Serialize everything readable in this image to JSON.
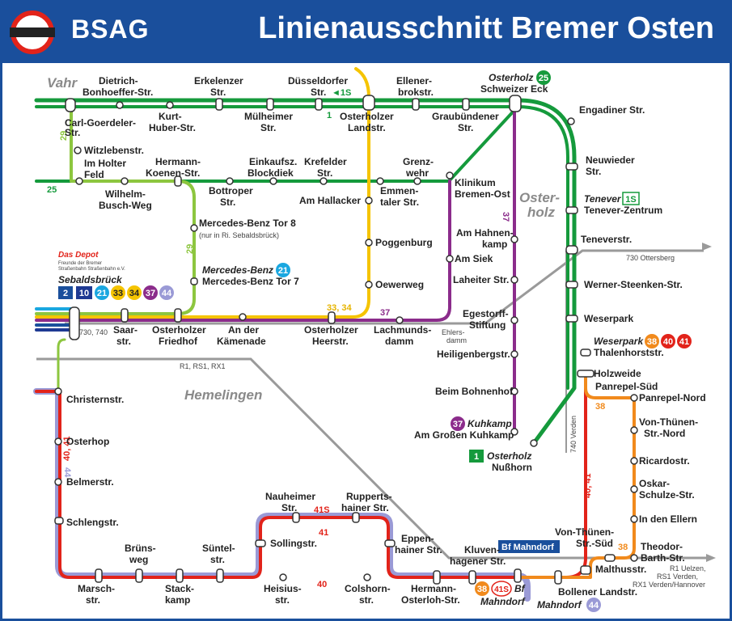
{
  "header": {
    "brand": "BSAG",
    "title": "Linienausschnitt Bremer Osten"
  },
  "colors": {
    "frame": "#1a4f9c",
    "line_1": "#159a3c",
    "line_25": "#159a3c",
    "line_29": "#8dc63f",
    "line_2": "#1a4f9c",
    "line_10": "#1f3a93",
    "line_21": "#1aa7e0",
    "line_33_34": "#f5c400",
    "line_37": "#8b2c8b",
    "line_38": "#f18a1c",
    "line_40_41": "#e2231a",
    "line_44": "#9a9ad6",
    "rail": "#9a9a9a"
  },
  "areas": {
    "vahr": "Vahr",
    "osterholz_1": "Oster-",
    "osterholz_2": "holz",
    "hemelingen": "Hemelingen"
  },
  "depot": {
    "name": "Das Depot",
    "sub_1": "Freunde der Bremer",
    "sub_2": "Straßenbahn Straßenbahn e.V."
  },
  "sebaldsbrueck": {
    "name": "Sebaldsbrück",
    "lines": [
      "2",
      "10",
      "21",
      "33",
      "34",
      "37",
      "44"
    ]
  },
  "terminals": {
    "osterholz_schweizer_eck": {
      "name_1": "Osterholz",
      "name_2": "Schweizer Eck",
      "line": "25"
    },
    "tenever": {
      "name_1": "Tenever",
      "name_2": "Tenever-Zentrum",
      "line": "1S"
    },
    "mercedes": {
      "name_1": "Mercedes-Benz",
      "name_2": "Mercedes-Benz Tor 7",
      "line": "21"
    },
    "weserpark": {
      "name_1": "Weserpark",
      "name_2": "Thalenhorststr.",
      "lines": [
        "38",
        "40",
        "41"
      ]
    },
    "kuhkamp": {
      "name_1": "Kuhkamp",
      "name_2": "Am Großen Kuhkamp",
      "line": "37"
    },
    "nusshorn": {
      "name_1": "Osterholz",
      "name_2": "Nußhorn",
      "line": "1"
    },
    "mahndorf_bf": {
      "name_1": "Bf",
      "name_2": "Mahndorf",
      "lines": [
        "38",
        "41S"
      ]
    },
    "mahndorf": {
      "name": "Mahndorf",
      "line": "44"
    }
  },
  "line_labels": {
    "l1": "1",
    "l1s": "◄1S",
    "l25": "25",
    "l29a": "29",
    "l29b": "29",
    "l33_34": "33, 34",
    "l37a": "37",
    "l37b": "37",
    "l38a": "38",
    "l38b": "38",
    "l40_41a": "40, 41",
    "l40_41b": "40, 41",
    "l44": "44",
    "l41s": "41S",
    "l41": "41",
    "l40": "40"
  },
  "rail_labels": {
    "r1": "R1, RS1, RX1",
    "ottersberg": "730 Ottersberg",
    "verden": "740 Verden",
    "hb": "730, 740",
    "uelzen_1": "R1 Uelzen,",
    "uelzen_2": "RS1 Verden,",
    "uelzen_3": "RX1 Verden/Hannover",
    "ehlers_1": "Ehlers-",
    "ehlers_2": "damm",
    "bf_mahndorf": "Bf Mahndorf"
  },
  "stations": {
    "dietrich_1": "Dietrich-",
    "dietrich_2": "Bonhoeffer-Str.",
    "kurt_1": "Kurt-",
    "kurt_2": "Huber-Str.",
    "erkelenzer_1": "Erkelenzer",
    "erkelenzer_2": "Str.",
    "muelheimer_1": "Mülheimer",
    "muelheimer_2": "Str.",
    "duesseldorfer_1": "Düsseldorfer",
    "duesseldorfer_2": "Str.",
    "osterholzer_landstr_1": "Osterholzer",
    "osterholzer_landstr_2": "Landstr.",
    "ellener_1": "Ellener-",
    "ellener_2": "brokstr.",
    "graubuendener_1": "Graubündener",
    "graubuendener_2": "Str.",
    "engadiner": "Engadiner Str.",
    "carl_1": "Carl-Goerdeler-",
    "carl_2": "Str.",
    "witzleben": "Witzlebenstr.",
    "holter_1": "Im Holter",
    "holter_2": "Feld",
    "wilhelm_1": "Wilhelm-",
    "wilhelm_2": "Busch-Weg",
    "hermann_1": "Hermann-",
    "hermann_2": "Koenen-Str.",
    "bottroper_1": "Bottroper",
    "bottroper_2": "Str.",
    "einkaufsz_1": "Einkaufsz.",
    "einkaufsz_2": "Blockdiek",
    "krefelder_1": "Krefelder",
    "krefelder_2": "Str.",
    "hallacker": "Am Hallacker",
    "emmen_1": "Emmen-",
    "emmen_2": "taler Str.",
    "grenz_1": "Grenz-",
    "grenz_2": "wehr",
    "klinikum_1": "Klinikum",
    "klinikum_2": "Bremen-Ost",
    "neuwieder_1": "Neuwieder",
    "neuwieder_2": "Str.",
    "tor8": "Mercedes-Benz Tor 8",
    "tor8_note": "(nur in Ri. Sebaldsbrück)",
    "hahnen_1": "Am Hahnen-",
    "hahnen_2": "kamp",
    "poggenburg": "Poggenburg",
    "siek": "Am Siek",
    "teneverstr": "Teneverstr.",
    "laheiter": "Laheiter Str.",
    "oewerweg": "Oewerweg",
    "werner": "Werner-Steenken-Str.",
    "egestorff_1": "Egestorff-",
    "egestorff_2": "Stiftung",
    "weserpark_stop": "Weserpark",
    "saar_1": "Saar-",
    "saar_2": "str.",
    "friedhof_1": "Osterholzer",
    "friedhof_2": "Friedhof",
    "kaemenade_1": "An der",
    "kaemenade_2": "Kämenade",
    "heerstr_1": "Osterholzer",
    "heerstr_2": "Heerstr.",
    "lachmund_1": "Lachmunds-",
    "lachmund_2": "damm",
    "heiligenberg": "Heiligenbergstr.",
    "holzweide": "Holzweide",
    "panrepel_sued": "Panrepel-Süd",
    "panrepel_nord": "Panrepel-Nord",
    "christern": "Christernstr.",
    "bohnenhof": "Beim Bohnenhof",
    "thuenen_nord_1": "Von-Thünen-",
    "thuenen_nord_2": "Str.-Nord",
    "osterhop": "Osterhop",
    "ricardo": "Ricardostr.",
    "belmer": "Belmerstr.",
    "oskar_1": "Oskar-",
    "oskar_2": "Schulze-Str.",
    "schlengst": "Schlengstr.",
    "ellern": "In den Ellern",
    "nauheimer_1": "Nauheimer",
    "nauheimer_2": "Str.",
    "rupperts_1": "Rupperts-",
    "rupperts_2": "hainer Str.",
    "thuenen_sued_1": "Von-Thünen-",
    "thuenen_sued_2": "Str.-Süd",
    "solling": "Sollingstr.",
    "theodor_1": "Theodor-",
    "theodor_2": "Barth-Str.",
    "bruens_1": "Brüns-",
    "bruens_2": "weg",
    "suentel_1": "Süntel-",
    "suentel_2": "str.",
    "eppen_1": "Eppen-",
    "eppen_2": "hainer Str.",
    "kluven_1": "Kluven-",
    "kluven_2": "hagener Str.",
    "malthus": "Malthusstr.",
    "marsch_1": "Marsch-",
    "marsch_2": "str.",
    "stack_1": "Stack-",
    "stack_2": "kamp",
    "heisius_1": "Heisius-",
    "heisius_2": "str.",
    "colshorn_1": "Colshorn-",
    "colshorn_2": "str.",
    "hermann_o_1": "Hermann-",
    "hermann_o_2": "Osterloh-Str.",
    "bollener": "Bollener Landstr."
  }
}
